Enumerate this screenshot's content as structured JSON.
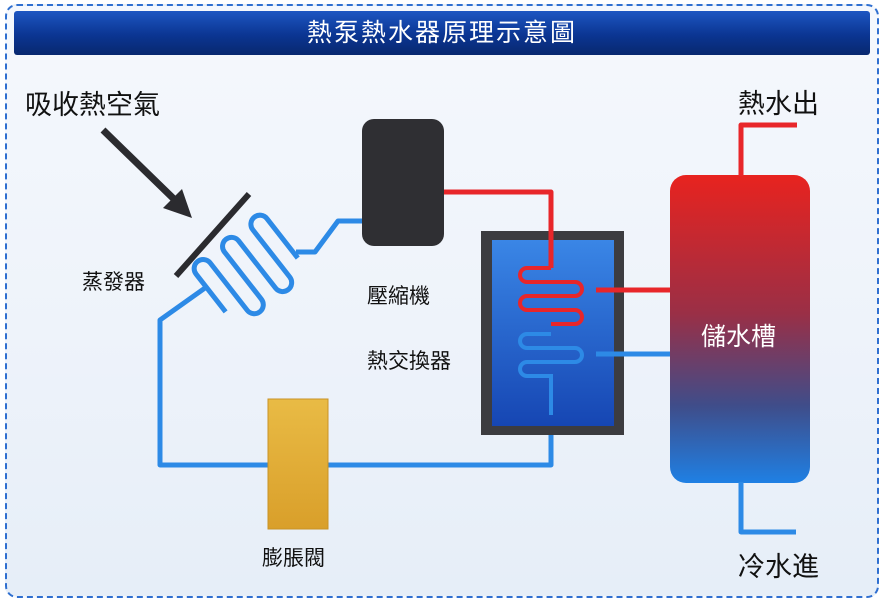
{
  "title": "熱泵熱水器原理示意圖",
  "labels": {
    "heat_absorb": "吸收熱空氣",
    "evaporator": "蒸發器",
    "compressor": "壓縮機",
    "heat_exchanger": "熱交換器",
    "expansion_valve": "膨脹閥",
    "storage_tank": "儲水槽",
    "hot_water_out": "熱水出",
    "cold_water_in": "冷水進"
  },
  "colors": {
    "hot_pipe": "#e8262a",
    "cold_pipe": "#2d8ae6",
    "compressor": "#2f2f33",
    "valve": "#e6b43a",
    "title_bar": "#0b3592",
    "tank_top": "#e52320",
    "tank_bottom": "#1f7fe0"
  }
}
